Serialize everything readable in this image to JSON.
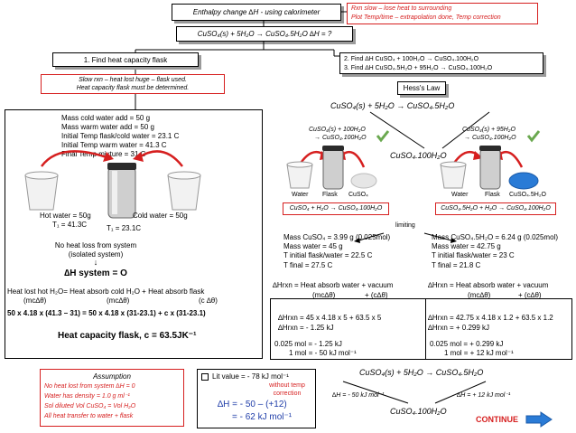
{
  "header": {
    "title": "Enthalpy change ∆H - using calorimeter",
    "note_line1": "Rxn slow – lose heat to surrounding",
    "note_line2": "Plot Temp/time – extrapolation done, Temp correction",
    "main_equation": "CuSO₄(s) + 5H₂O → CuSO₄.5H₂O   ∆H = ?"
  },
  "steps": {
    "step1": "1. Find heat capacity flask",
    "step2": "2. Find ∆H CuSO₄ + 100H₂O → CuSO₄.100H₂O",
    "step3": "3. Find ∆H CuSO₄.5H₂O + 95H₂O → CuSO₄.100H₂O",
    "slow_line1": "Slow rxn – heat lost huge – flask used.",
    "slow_line2": "Heat capacity flask must be determined.",
    "hess": "Hess's Law"
  },
  "left_panel": {
    "data_lines": [
      "Mass cold water add = 50 g",
      "Mass warm water add = 50 g",
      "Initial Temp flask/cold water = 23.1 C",
      "Initial Temp warm water = 41.3 C",
      "Final Temp mixture = 31 C"
    ],
    "hot_water": "Hot water = 50g",
    "hot_temp": "T₁ = 41.3C",
    "cold_water": "Cold water = 50g",
    "flask_temp": "T₁ = 23.1C",
    "no_loss_1": "No heat loss from system",
    "no_loss_2": "(isolated system)",
    "arrow_down": "↓",
    "delta_system": "∆H system = O",
    "heat_lost_line": "Heat lost hot H₂O= Heat absorb cold H₂O + Heat absorb flask",
    "mc_1": "(mc∆θ)",
    "mc_2": "(mc∆θ)",
    "mc_3": "(c ∆θ)",
    "equation": "50 x 4.18 x (41.3 – 31) = 50 x 4.18 x (31-23.1) + c x (31-23.1)",
    "result": "Heat capacity flask, c = 63.5JK⁻¹"
  },
  "right_panel": {
    "top_equation": "CuSO₄(s) + 5H₂O → CuSO₄.5H₂O",
    "left_rxn_1": "CuSO₄(s) + 100H₂O",
    "left_rxn_2": "→ CuSO₄.100H₂O",
    "right_rxn_1": "CuSO₄(s) + 95H₂O",
    "right_rxn_2": "→ CuSO₄.100H₂O",
    "center": "CuSO₄.100H₂O",
    "left_labels": [
      "Water",
      "Flask",
      "CuSO₄"
    ],
    "right_labels": [
      "Water",
      "Flask",
      "CuSO₄.5H₂O"
    ],
    "left_box_eq": "CuSO₄ + H₂O → CuSO₄.100H₂O",
    "right_box_eq": "CuSO₄.5H₂O + H₂O → CuSO₄.100H₂O",
    "limiting": "limiting",
    "left_data": [
      "Mass CuSO₄ = 3.99 g (0.025mol)",
      "Mass water = 45 g",
      "T initial flask/water = 22.5 C",
      "T final = 27.5 C"
    ],
    "right_data": [
      "Mass CuSO₄.5H₂O = 6.24 g (0.025mol)",
      "Mass water = 42.75 g",
      "T initial flask/water = 23 C",
      "T final = 21.8 C"
    ],
    "left_rxn_eq": "∆Hrxn = Heat absorb water + vacuum",
    "left_mc": "(mc∆θ)",
    "left_plus": "+ (c∆θ)",
    "left_calc1": "∆Hrxn = 45 x 4.18 x 5  + 63.5 x 5",
    "left_calc2": "∆Hrxn = - 1.25 kJ",
    "left_mol1": "0.025 mol = - 1.25 kJ",
    "left_mol2": "1 mol = - 50 kJ mol⁻¹",
    "right_rxn_eq": "∆Hrxn = Heat absorb water + vacuum",
    "right_mc": "(mc∆θ)",
    "right_plus": "+ (c∆θ)",
    "right_calc1": "∆Hrxn = 42.75 x 4.18 x 1.2  + 63.5 x 1.2",
    "right_calc2": "∆Hrxn = + 0.299 kJ",
    "right_mol1": "0.025 mol = + 0.299 kJ",
    "right_mol2": "1 mol = + 12 kJ mol⁻¹"
  },
  "assumption": {
    "title": "Assumption",
    "lines": [
      "No heat lost from system ∆H = 0",
      "Water has density = 1.0 g ml⁻¹",
      "Sol diluted Vol CuSO₄ = Vol H₂O",
      "All heat transfer to water + flask"
    ]
  },
  "lit": {
    "value": "Lit value = - 78 kJ mol⁻¹",
    "note1": "without temp",
    "note2": "correction",
    "line1": "∆H = - 50 – (+12)",
    "line2": "= - 62 kJ mol⁻¹"
  },
  "bottom_cycle": {
    "top": "CuSO₄(s) + 5H₂O → CuSO₄.5H₂O",
    "left": "∆H = - 50 kJ mol⁻¹",
    "right": "∆H = + 12 kJ mol⁻¹",
    "center": "CuSO₄.100H₂O"
  },
  "continue_label": "CONTINUE",
  "colors": {
    "red": "#d61f1f",
    "blue": "#1f3da8",
    "copper_blue": "#2a7bd6"
  }
}
